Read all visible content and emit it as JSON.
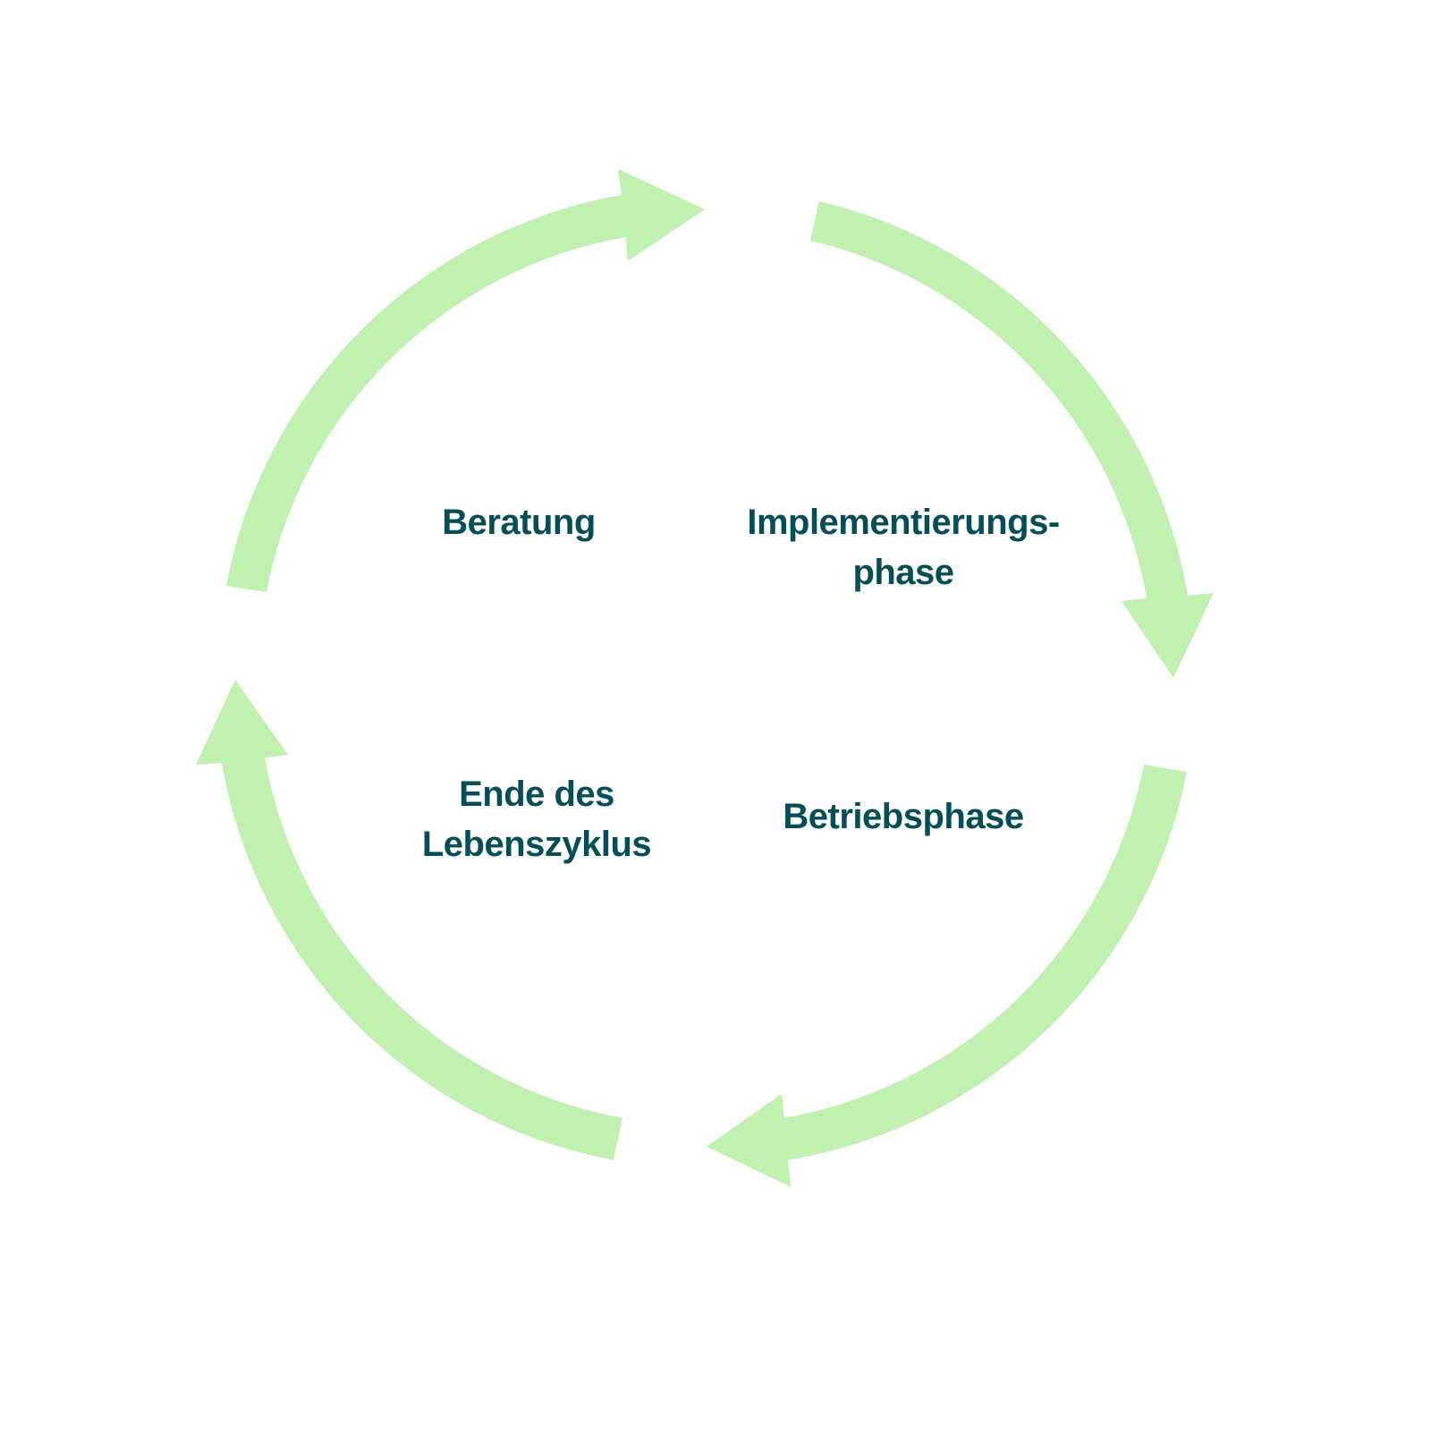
{
  "colors": {
    "background": "#ffffff",
    "arrow": "#c0f1b0",
    "label": "#064e55"
  },
  "phases": [
    {
      "id": "beratung",
      "lines": [
        "Beratung"
      ]
    },
    {
      "id": "implementierung",
      "lines": [
        "Implementierungs-",
        "phase"
      ]
    },
    {
      "id": "betrieb",
      "lines": [
        "Betriebsphase"
      ]
    },
    {
      "id": "ende",
      "lines": [
        "Ende des",
        "Lebenszyklus"
      ]
    }
  ],
  "arrow_icons": [
    "arc-arrow-icon",
    "arc-arrow-icon",
    "arc-arrow-icon",
    "arc-arrow-icon"
  ]
}
